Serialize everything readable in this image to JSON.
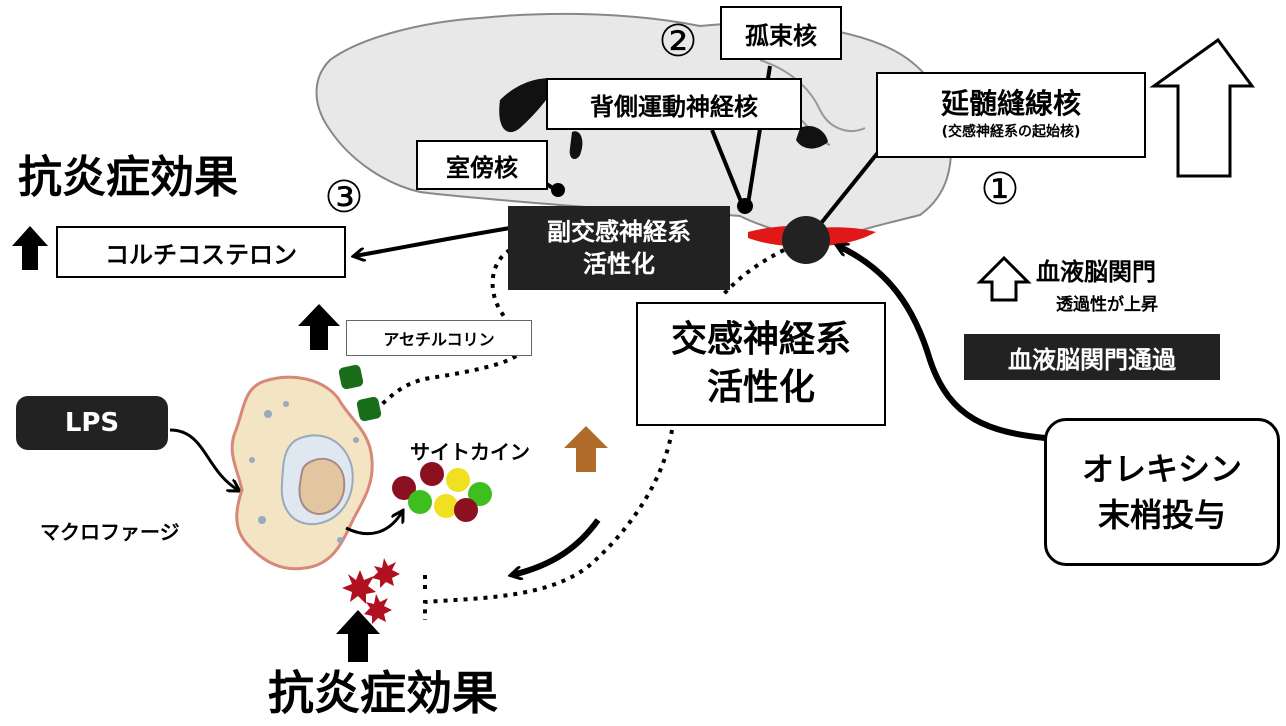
{
  "labels": {
    "circled_1": "①",
    "circled_2": "②",
    "circled_3": "③",
    "nts": "孤束核",
    "dmv": "背側運動神経核",
    "raphe": "延髄縫線核",
    "raphe_note": "(交感神経系の起始核)",
    "pvn": "室傍核",
    "anti_inflam_top": "抗炎症効果",
    "cortico": "コルチコステロン",
    "parasym_line1": "副交感神経系",
    "parasym_line2": "活性化",
    "acetylcholine": "アセチルコリン",
    "sym_line1": "交感神経系",
    "sym_line2": "活性化",
    "bbb_perm_title": "血液脳関門",
    "bbb_perm_sub": "透過性が上昇",
    "bbb_pass": "血液脳関門通過",
    "lps": "LPS",
    "cytokine": "サイトカイン",
    "macrophage": "マクロファージ",
    "orexin_line1": "オレキシン",
    "orexin_line2": "末梢投与",
    "anti_inflam_bottom": "抗炎症効果"
  },
  "colors": {
    "brain_fill": "#e8e8e8",
    "red_nucleus": "#e01818",
    "macrophage_fill": "#f3e4c4",
    "macrophage_edge": "#d88878",
    "cytokine_red": "#8b1020",
    "cytokine_green": "#3fbf1f",
    "cytokine_yellow": "#f0e020",
    "ach_green": "#1a6e1a",
    "cytokine_arrow": "#b06a2a",
    "dark_box": "#222222"
  },
  "icons": [
    "up-arrow-icon",
    "hollow-up-arrow-icon",
    "spiky-cytokine-icon"
  ]
}
